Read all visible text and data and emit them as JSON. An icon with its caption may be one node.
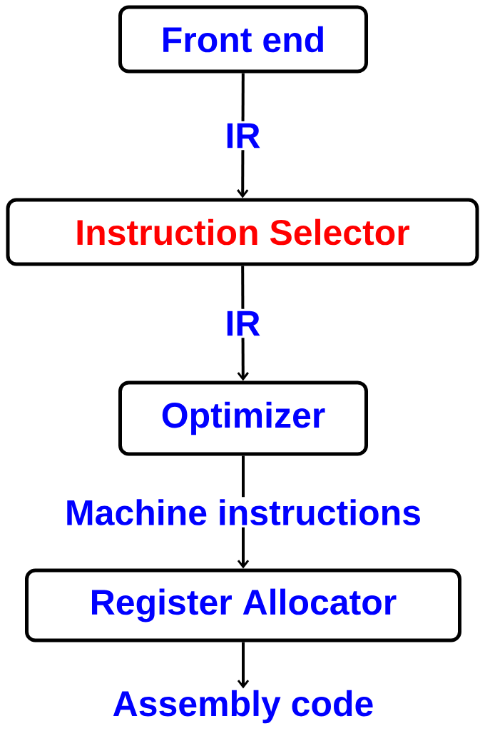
{
  "diagram": {
    "nodes": [
      {
        "text": [
          "Front end"
        ]
      },
      {
        "text": [
          "Instruction Selector"
        ]
      },
      {
        "text": [
          "Optimizer"
        ]
      },
      {
        "text": [
          "Register Allocator"
        ]
      },
      {
        "text": [
          "Assembly code"
        ]
      }
    ],
    "edges": [
      {
        "from": 0,
        "to": 1,
        "arrow": "to",
        "label": "IR"
      },
      {
        "from": 1,
        "to": 2,
        "arrow": "to",
        "label": "IR"
      },
      {
        "from": 2,
        "to": 3,
        "arrow": "to",
        "label": "Machine instructions"
      },
      {
        "from": 3,
        "to": 4,
        "arrow": "to"
      }
    ]
  }
}
